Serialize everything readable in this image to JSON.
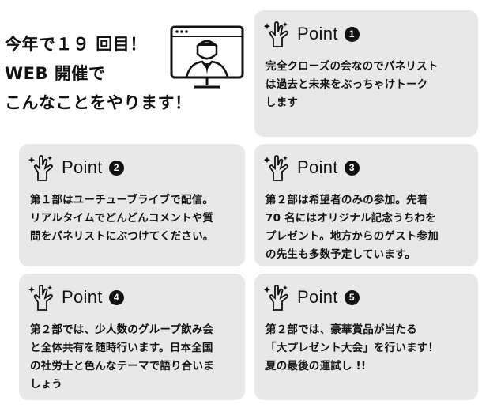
{
  "headline": {
    "lines": [
      "今年で１９ 回目！",
      "WEB 開催で",
      "こんなことをやります！"
    ]
  },
  "icons": {
    "monitor": "presenter-on-monitor-icon",
    "hand": "sparkle-hand-icon"
  },
  "points": [
    {
      "label": "Point",
      "number": "1",
      "lines": [
        "完全クローズの会なのでパネリスト",
        "は過去と未来をぶっちゃけトーク",
        "します"
      ]
    },
    {
      "label": "Point",
      "number": "2",
      "lines": [
        "第１部はユーチューブライブで配信。",
        "リアルタイムでどんどんコメントや質",
        "問をパネリストにぶつけてください。"
      ]
    },
    {
      "label": "Point",
      "number": "3",
      "lines": [
        "第２部は希望者のみの参加。先着",
        "70 名にはオリジナル記念うちわを",
        "プレゼント。地方からのゲスト参加",
        "の先生も多数予定しています。"
      ]
    },
    {
      "label": "Point",
      "number": "4",
      "lines": [
        "第２部では、少人数のグループ飲み会",
        "と全体共有を随時行います。日本全国",
        "の社労士と色んなテーマで語り合いま",
        "しょう"
      ]
    },
    {
      "label": "Point",
      "number": "5",
      "lines": [
        "第２部では、豪華賞品が当たる",
        "「大プレゼント大会」を行います！",
        "夏の最後の運試し !!"
      ]
    }
  ],
  "colors": {
    "card_bg": "#e8e8e8",
    "text": "#111111"
  }
}
